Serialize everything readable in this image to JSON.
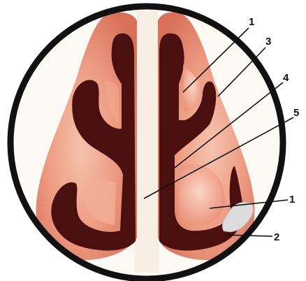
{
  "diagram": {
    "labels": {
      "upper_turbinate": "1",
      "lower_turbinate": "1",
      "lower_meatus": "2",
      "upper_meatus": "3",
      "middle_meatus": "4",
      "septum": "5"
    },
    "colors": {
      "background": "#ffffff",
      "border": "#111111",
      "mucosa": "#e8846c",
      "mucosa_highlight": "#f6c3ad",
      "cavity": "#4a0f0f",
      "septum": "#f9eee4",
      "lesion": "#dcdcdc",
      "lines": "#111111"
    }
  }
}
